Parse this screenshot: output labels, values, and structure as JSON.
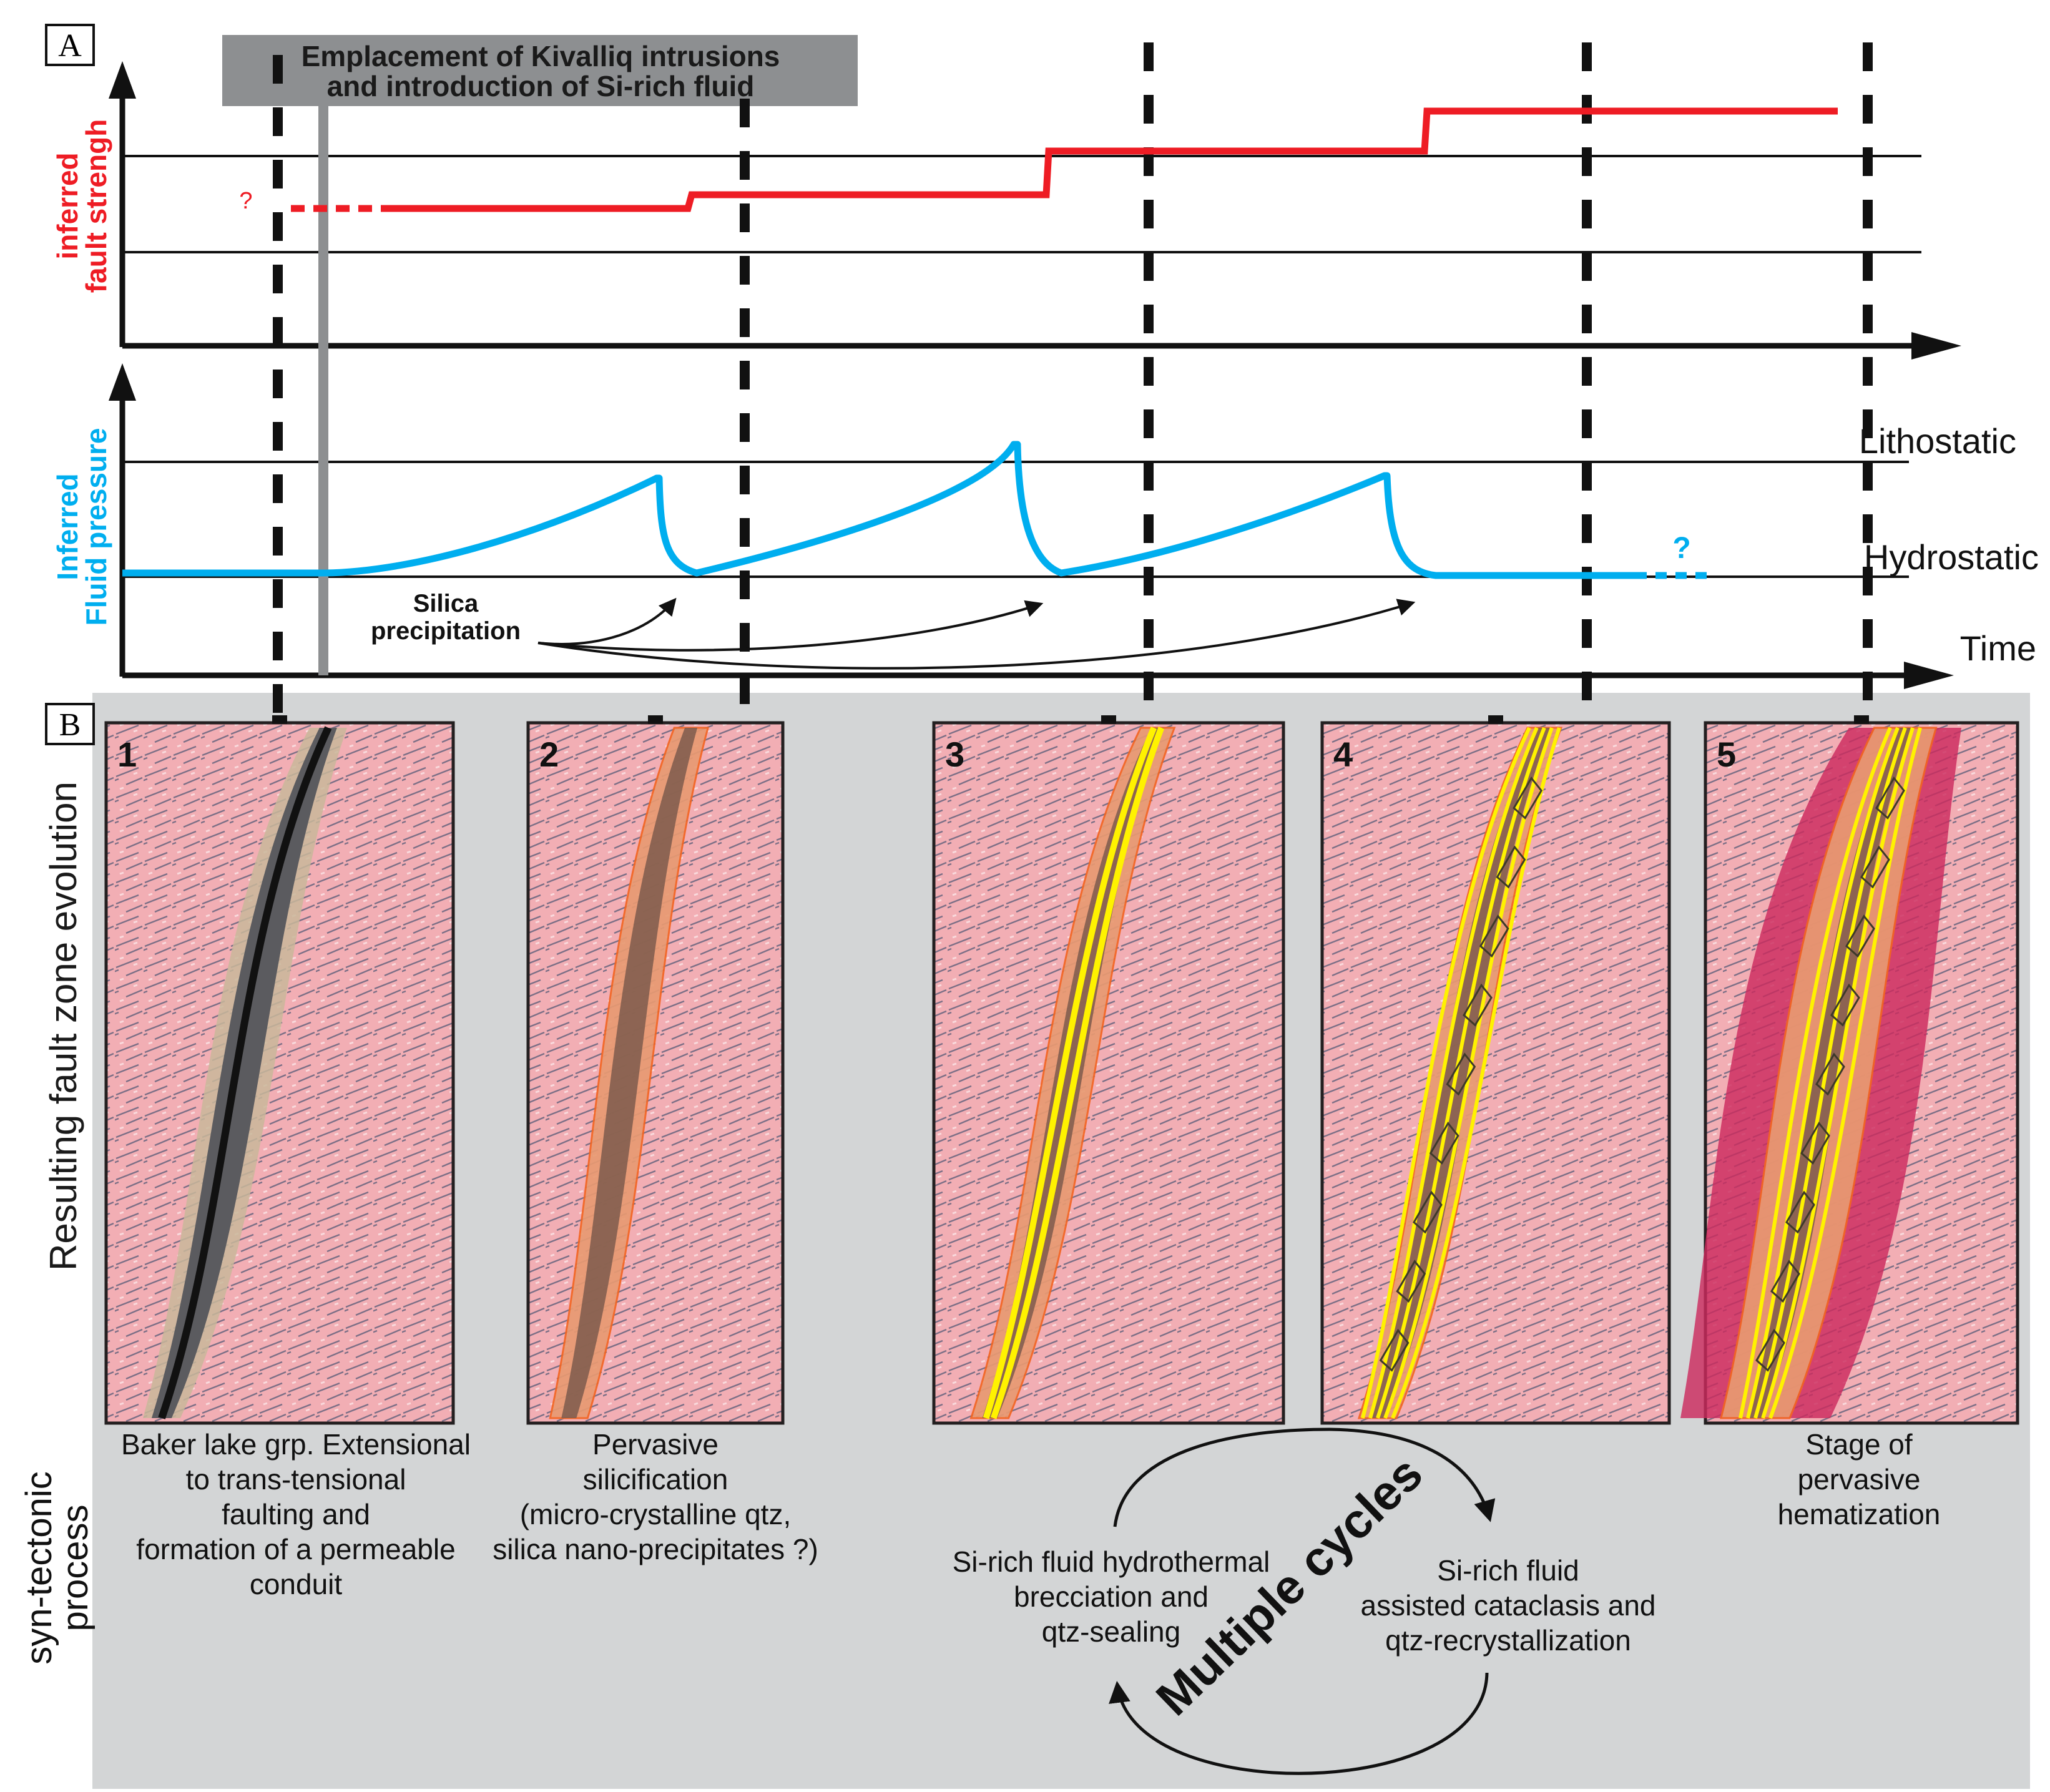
{
  "panel_a": {
    "label": "A",
    "banner": [
      "Emplacement of Kivalliq intrusions",
      "and introduction of Si-rich fluid"
    ],
    "strength_axis": [
      "inferred",
      "fault strengh"
    ],
    "strength_question": "?",
    "pressure_axis": [
      "Inferred",
      "Fluid pressure"
    ],
    "lithostatic": "Lithostatic",
    "hydrostatic": "Hydrostatic",
    "pressure_question": "?",
    "time": "Time",
    "silica": [
      "Silica",
      "precipitation"
    ]
  },
  "panel_b": {
    "label": "B",
    "side_title": "Resulting fault zone evolution",
    "process_title": [
      "syn-tectonic",
      "process"
    ],
    "stages": [
      {
        "num": "1",
        "caption": [
          "Baker lake grp. Extensional",
          "to trans-tensional",
          "faulting and",
          "formation of a permeable",
          "conduit"
        ]
      },
      {
        "num": "2",
        "caption": [
          "Pervasive",
          "silicification",
          "(micro-crystalline qtz,",
          "silica nano-precipitates ?)"
        ]
      },
      {
        "num": "3",
        "caption": []
      },
      {
        "num": "4",
        "caption": []
      },
      {
        "num": "5",
        "caption": [
          "Stage of",
          "pervasive",
          "hematization"
        ]
      }
    ],
    "cycle_left": [
      "Si-rich fluid hydrothermal",
      "brecciation and",
      "qtz-sealing"
    ],
    "cycle_right": [
      "Si-rich fluid",
      "assisted cataclasis and",
      "qtz-recrystallization"
    ],
    "cycle_label": "Multiple cycles"
  },
  "colors": {
    "strength": "#ee1c24",
    "pressure": "#00aeef",
    "host_rock": "#f2aeb4",
    "silicified": "#e89a72",
    "quartz": "#fff200",
    "hematite": "#cc2b5e",
    "panel_bg": "#d3d5d6",
    "banner": "#8d8f91"
  }
}
